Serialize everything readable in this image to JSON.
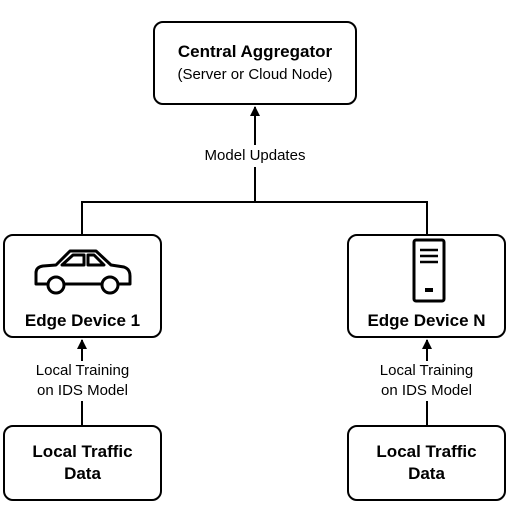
{
  "central": {
    "title": "Central Aggregator",
    "subtitle": "(Server or Cloud Node)"
  },
  "aggregation_edge": {
    "label": "Model Updates"
  },
  "edge_devices": [
    {
      "title": "Edge Device 1",
      "icon": "car-icon",
      "training_line1": "Local Training",
      "training_line2": "on IDS Model",
      "data_line1": "Local Traffic",
      "data_line2": "Data"
    },
    {
      "title": "Edge Device N",
      "icon": "server-icon",
      "training_line1": "Local Training",
      "training_line2": "on IDS Model",
      "data_line1": "Local Traffic",
      "data_line2": "Data"
    }
  ],
  "colors": {
    "stroke": "#000000",
    "background": "#ffffff"
  }
}
